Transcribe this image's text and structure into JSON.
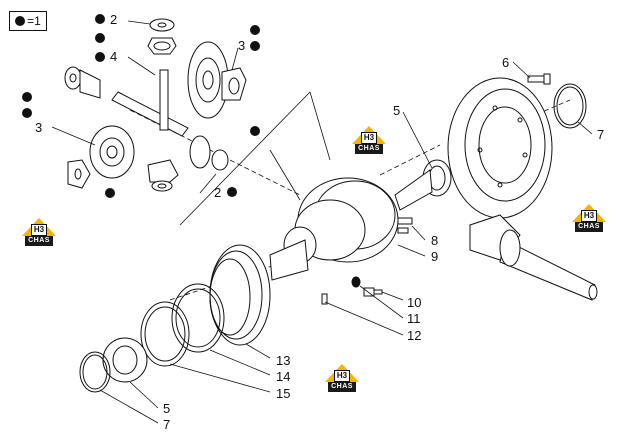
{
  "legend": {
    "symbol": "filled-dot-icon",
    "text": "=1"
  },
  "callouts": {
    "c2_top": "2",
    "c4": "4",
    "c3_right": "3",
    "c3_left": "3",
    "c2_bottom": "2",
    "c6": "6",
    "c5_top": "5",
    "c7_top": "7",
    "c8": "8",
    "c9": "9",
    "c10": "10",
    "c11": "11",
    "c12": "12",
    "c13": "13",
    "c14": "14",
    "c15": "15",
    "c5_bottom": "5",
    "c7_bottom": "7"
  },
  "watermark": {
    "top": "H3",
    "bottom": "CHAS"
  },
  "colors": {
    "line": "#111111",
    "badge_yellow": "#f5b400",
    "badge_dark": "#1a1a1a"
  }
}
